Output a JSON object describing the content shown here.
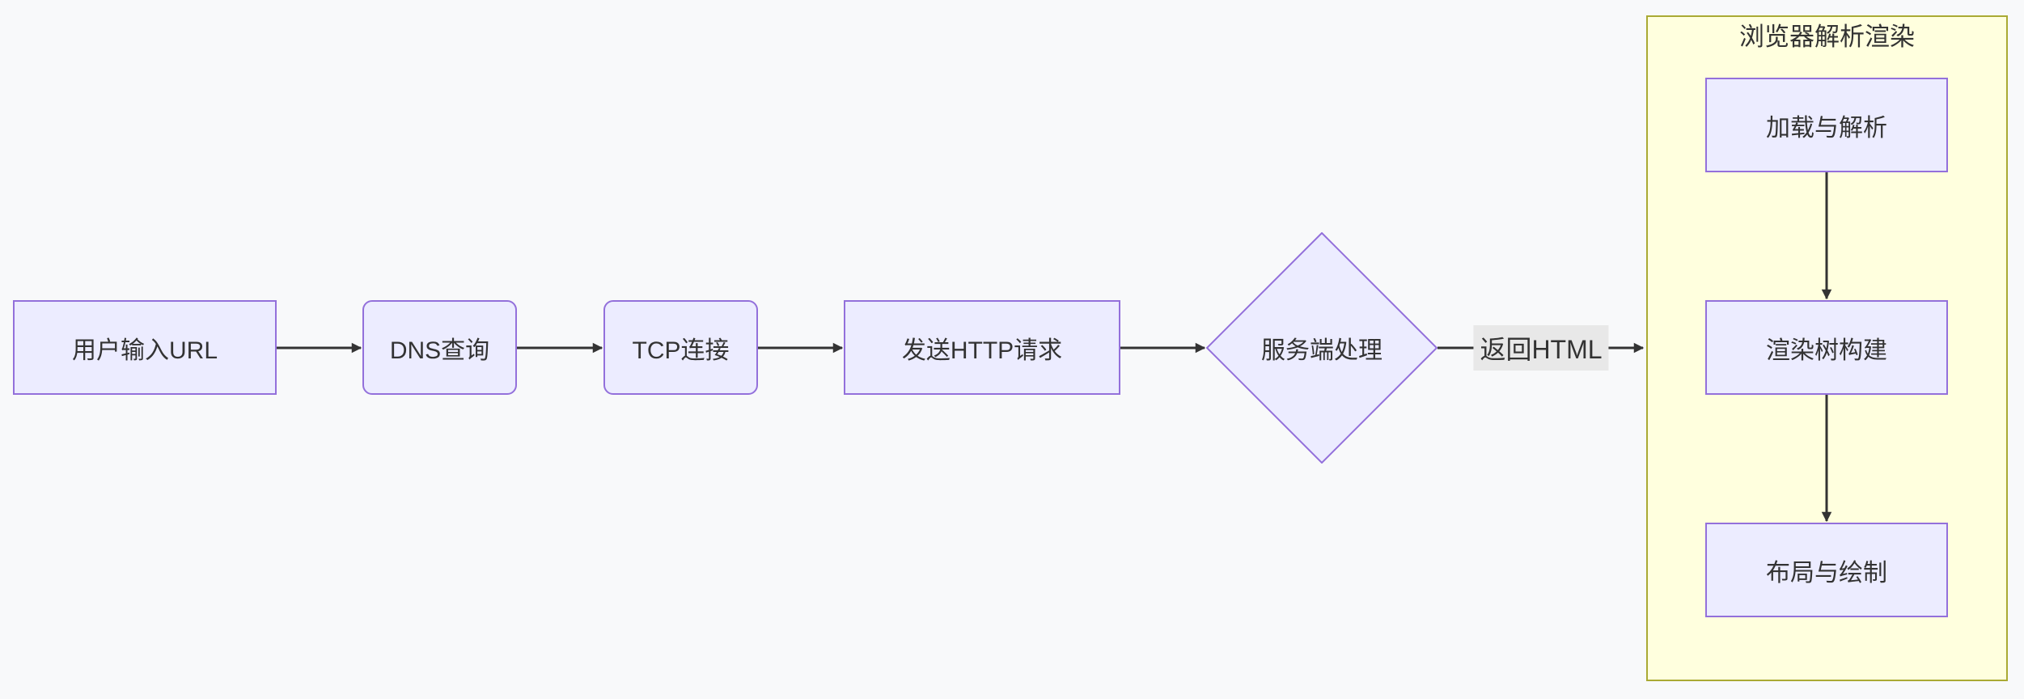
{
  "diagram": {
    "type": "flowchart",
    "direction": "left-to-right",
    "colors": {
      "background": "#f8f9fa",
      "node_fill": "#ececff",
      "node_border": "#9370db",
      "subgraph_fill": "#ffffde",
      "subgraph_border": "#aaaa33",
      "edge": "#333333",
      "edge_label_bg": "#e8e8e8",
      "text": "#333333"
    },
    "main_flow": {
      "nodes": [
        {
          "id": "A",
          "label": "用户输入URL",
          "shape": "rectangle"
        },
        {
          "id": "B",
          "label": "DNS查询",
          "shape": "rounded"
        },
        {
          "id": "C",
          "label": "TCP连接",
          "shape": "rounded"
        },
        {
          "id": "D",
          "label": "发送HTTP请求",
          "shape": "rectangle"
        },
        {
          "id": "E",
          "label": "服务端处理",
          "shape": "diamond"
        }
      ]
    },
    "subgraph": {
      "title": "浏览器解析渲染",
      "nodes": [
        {
          "id": "F",
          "label": "加载与解析",
          "shape": "rectangle"
        },
        {
          "id": "G",
          "label": "渲染树构建",
          "shape": "rectangle"
        },
        {
          "id": "H",
          "label": "布局与绘制",
          "shape": "rectangle"
        }
      ]
    },
    "edges": [
      {
        "from": "用户输入URL",
        "to": "DNS查询",
        "label": ""
      },
      {
        "from": "DNS查询",
        "to": "TCP连接",
        "label": ""
      },
      {
        "from": "TCP连接",
        "to": "发送HTTP请求",
        "label": ""
      },
      {
        "from": "发送HTTP请求",
        "to": "服务端处理",
        "label": ""
      },
      {
        "from": "服务端处理",
        "to": "浏览器解析渲染",
        "label": "返回HTML"
      },
      {
        "from": "加载与解析",
        "to": "渲染树构建",
        "label": ""
      },
      {
        "from": "渲染树构建",
        "to": "布局与绘制",
        "label": ""
      }
    ]
  }
}
